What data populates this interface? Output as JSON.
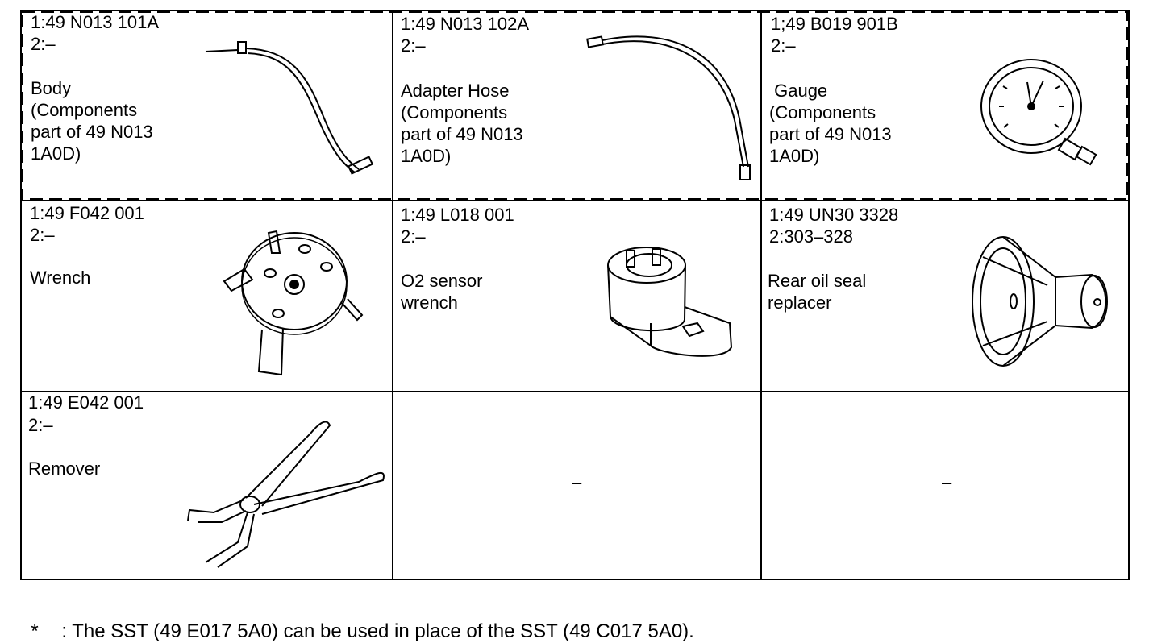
{
  "tools": [
    {
      "part_no": "1:49 N013 101A",
      "ref": "2:–",
      "name": "Body\n(Components\npart of 49 N013\n1A0D)",
      "icon": "body-tool-icon"
    },
    {
      "part_no": "1:49 N013 102A",
      "ref": "2:–",
      "name": "Adapter Hose\n(Components\npart of 49 N013\n1A0D)",
      "icon": "adapter-hose-icon"
    },
    {
      "part_no": "1;49 B019 901B",
      "ref": "2:–",
      "name": " Gauge\n(Components\npart of 49 N013\n1A0D)",
      "icon": "gauge-icon"
    },
    {
      "part_no": "1:49 F042 001",
      "ref": "2:–",
      "name": "Wrench",
      "icon": "wrench-icon"
    },
    {
      "part_no": "1:49 L018 001",
      "ref": "2:–",
      "name": "O2 sensor\nwrench",
      "icon": "o2-sensor-wrench-icon"
    },
    {
      "part_no": "1:49 UN30 3328",
      "ref": "2:303–328",
      "name": "Rear oil seal\nreplacer",
      "icon": "rear-oil-seal-replacer-icon"
    },
    {
      "part_no": "1:49 E042 001",
      "ref": "2:–",
      "name": "Remover",
      "icon": "remover-pliers-icon"
    }
  ],
  "empty_cells": [
    "–",
    "–"
  ],
  "footnote": {
    "marker": "*",
    "text": ": The SST (49 E017 5A0) can be used in place of the SST (49 C017 5A0)."
  }
}
